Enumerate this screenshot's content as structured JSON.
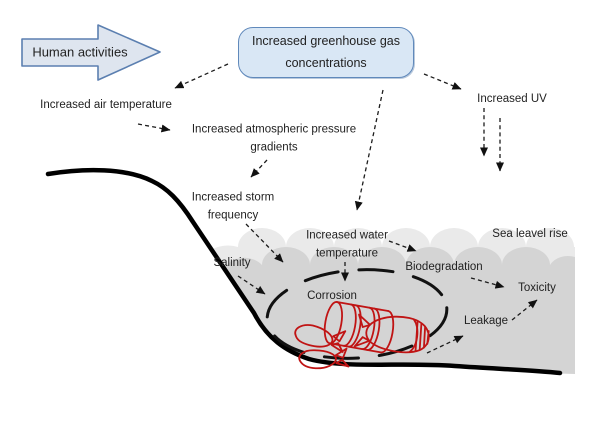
{
  "title": "Climate change pathway diagram: human activities to effects on submerged munitions",
  "palette": {
    "box_fill": "#d9e7f5",
    "box_border": "#6089bb",
    "arrow_shape_fill": "#dee5ef",
    "arrow_shape_border": "#5b7fb0",
    "water_light": "#eaeaea",
    "water_dark": "#d4d4d4",
    "line_black": "#111111",
    "munitions_red": "#c01414",
    "text": "#222222"
  },
  "nodes": {
    "human_activities": {
      "label": "Human activities"
    },
    "ghg": {
      "line1": "Increased greenhouse gas",
      "line2": "concentrations"
    },
    "air_temp": {
      "label": "Increased air temperature"
    },
    "pressure": {
      "line1": "Increased atmospheric pressure",
      "line2": "gradients"
    },
    "storm": {
      "line1": "Increased storm",
      "line2": "frequency"
    },
    "uv": {
      "label": "Increased UV"
    },
    "sea_level": {
      "label": "Sea leavel rise"
    },
    "water_temp": {
      "line1": "Increased water",
      "line2": "temperature"
    },
    "salinity": {
      "label": "Salinity"
    },
    "biodegradation": {
      "label": "Biodegradation"
    },
    "corrosion": {
      "label": "Corrosion"
    },
    "toxicity": {
      "label": "Toxicity"
    },
    "leakage": {
      "label": "Leakage"
    }
  },
  "connections": [
    {
      "from": "ghg",
      "to": "air_temp"
    },
    {
      "from": "air_temp",
      "to": "pressure"
    },
    {
      "from": "pressure",
      "to": "storm"
    },
    {
      "from": "ghg",
      "to": "water_temp"
    },
    {
      "from": "ghg",
      "to": "uv"
    },
    {
      "from": "uv",
      "to": "sea"
    },
    {
      "from": "storm",
      "to": "munitions_zone"
    },
    {
      "from": "salinity",
      "to": "munitions_zone"
    },
    {
      "from": "water_temp",
      "to": "corrosion"
    },
    {
      "from": "water_temp",
      "to": "biodegradation"
    },
    {
      "from": "biodegradation",
      "to": "toxicity"
    },
    {
      "from": "munitions_zone",
      "to": "leakage"
    },
    {
      "from": "leakage",
      "to": "toxicity"
    }
  ],
  "figures": {
    "munitions_items": [
      "barrel",
      "bomb",
      "bomb",
      "bomb"
    ],
    "munitions_color": "#c01414",
    "boundary": "dashed-ellipse"
  }
}
